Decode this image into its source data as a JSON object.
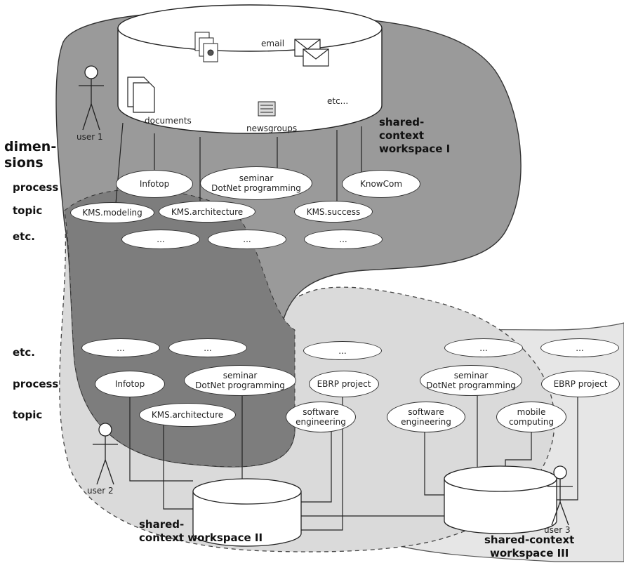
{
  "dimensions": {
    "header": "dimen-\nsions",
    "process": "process",
    "topic": "topic",
    "etc_top": "etc.",
    "etc_bottom": "etc.",
    "process_bottom": "process",
    "topic_bottom": "topic"
  },
  "repository": {
    "documents": "documents",
    "email": "email",
    "newsgroups": "newsgroups",
    "etc": "etc..."
  },
  "users": {
    "user1": "user 1",
    "user2": "user 2",
    "user3": "user 3"
  },
  "workspaces": {
    "ws1": "shared-\ncontext\nworkspace I",
    "ws2": "shared-\ncontext workspace II",
    "ws3": "shared-context\nworkspace III"
  },
  "nodes_top": {
    "infotop": "Infotop",
    "seminar": "seminar\nDotNet programming",
    "knowcom": "KnowCom",
    "kms_modeling": "KMS.modeling",
    "kms_architecture": "KMS.architecture",
    "kms_success": "KMS.success",
    "etc1": "...",
    "etc2": "...",
    "etc3": "..."
  },
  "nodes_bottom": {
    "etc1": "...",
    "etc2": "...",
    "etc3": "...",
    "etc4": "...",
    "etc5": "...",
    "infotop": "Infotop",
    "seminar_a": "seminar\nDotNet programming",
    "ebrp_a": "EBRP project",
    "seminar_b": "seminar\nDotNet programming",
    "ebrp_b": "EBRP project",
    "kms_architecture": "KMS.architecture",
    "software_a": "software\nengineering",
    "software_b": "software\nengineering",
    "mobile": "mobile\ncomputing"
  }
}
